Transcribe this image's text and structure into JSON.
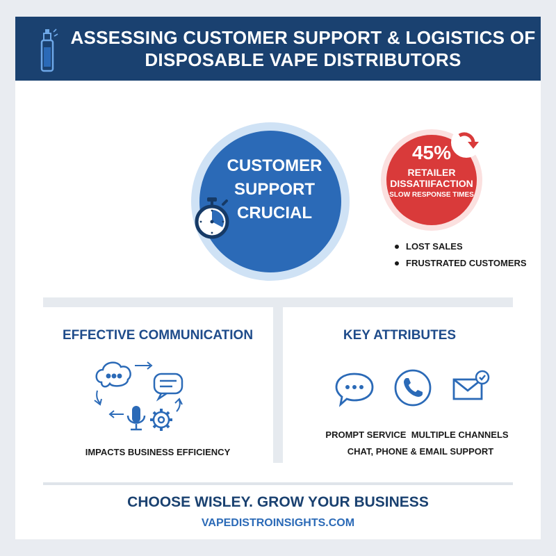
{
  "header": {
    "title_line1": "ASSESSING CUSTOMER SUPPORT & LOGISTICS OF",
    "title_line2": "DISPOSABLE VAPE DISTRIBUTORS"
  },
  "hero": {
    "line1": "CUSTOMER",
    "line2": "SUPPORT",
    "line3": "CRUCIAL"
  },
  "stat": {
    "percent": "45%",
    "line1": "RETAILER",
    "line2": "DISSATIIFACTION",
    "line3": "SLOW RESPONSE TIMES"
  },
  "consequences": [
    "LOST SALES",
    "FRUSTRATED CUSTOMERS"
  ],
  "left_section": {
    "title": "EFFECTIVE COMMUNICATION",
    "caption": "IMPACTS BUSINESS EFFICIENCY"
  },
  "right_section": {
    "title": "KEY ATTRIBUTES",
    "line1": "PROMPT SERVICE  MULTIPLE CHANNELS",
    "line2": "CHAT, PHONE & EMAIL SUPPORT"
  },
  "footer": {
    "slogan": "CHOOSE WISLEY. GROW YOUR BUSINESS",
    "website": "VAPEDISTROINSIGHTS.COM"
  },
  "icons": {
    "header": "vape-device-icon",
    "hero": "stopwatch-icon",
    "stat": "down-arrow-icon",
    "communication": [
      "speech-bubble-icon",
      "chat-icon",
      "microphone-icon",
      "gear-icon"
    ],
    "attributes": [
      "chat-bubble-icon",
      "phone-icon",
      "email-check-icon"
    ]
  },
  "colors": {
    "header_bg": "#1a4170",
    "primary_blue": "#2b6ab7",
    "alert_red": "#d93a3a",
    "heading_blue": "#1e4b8a"
  }
}
